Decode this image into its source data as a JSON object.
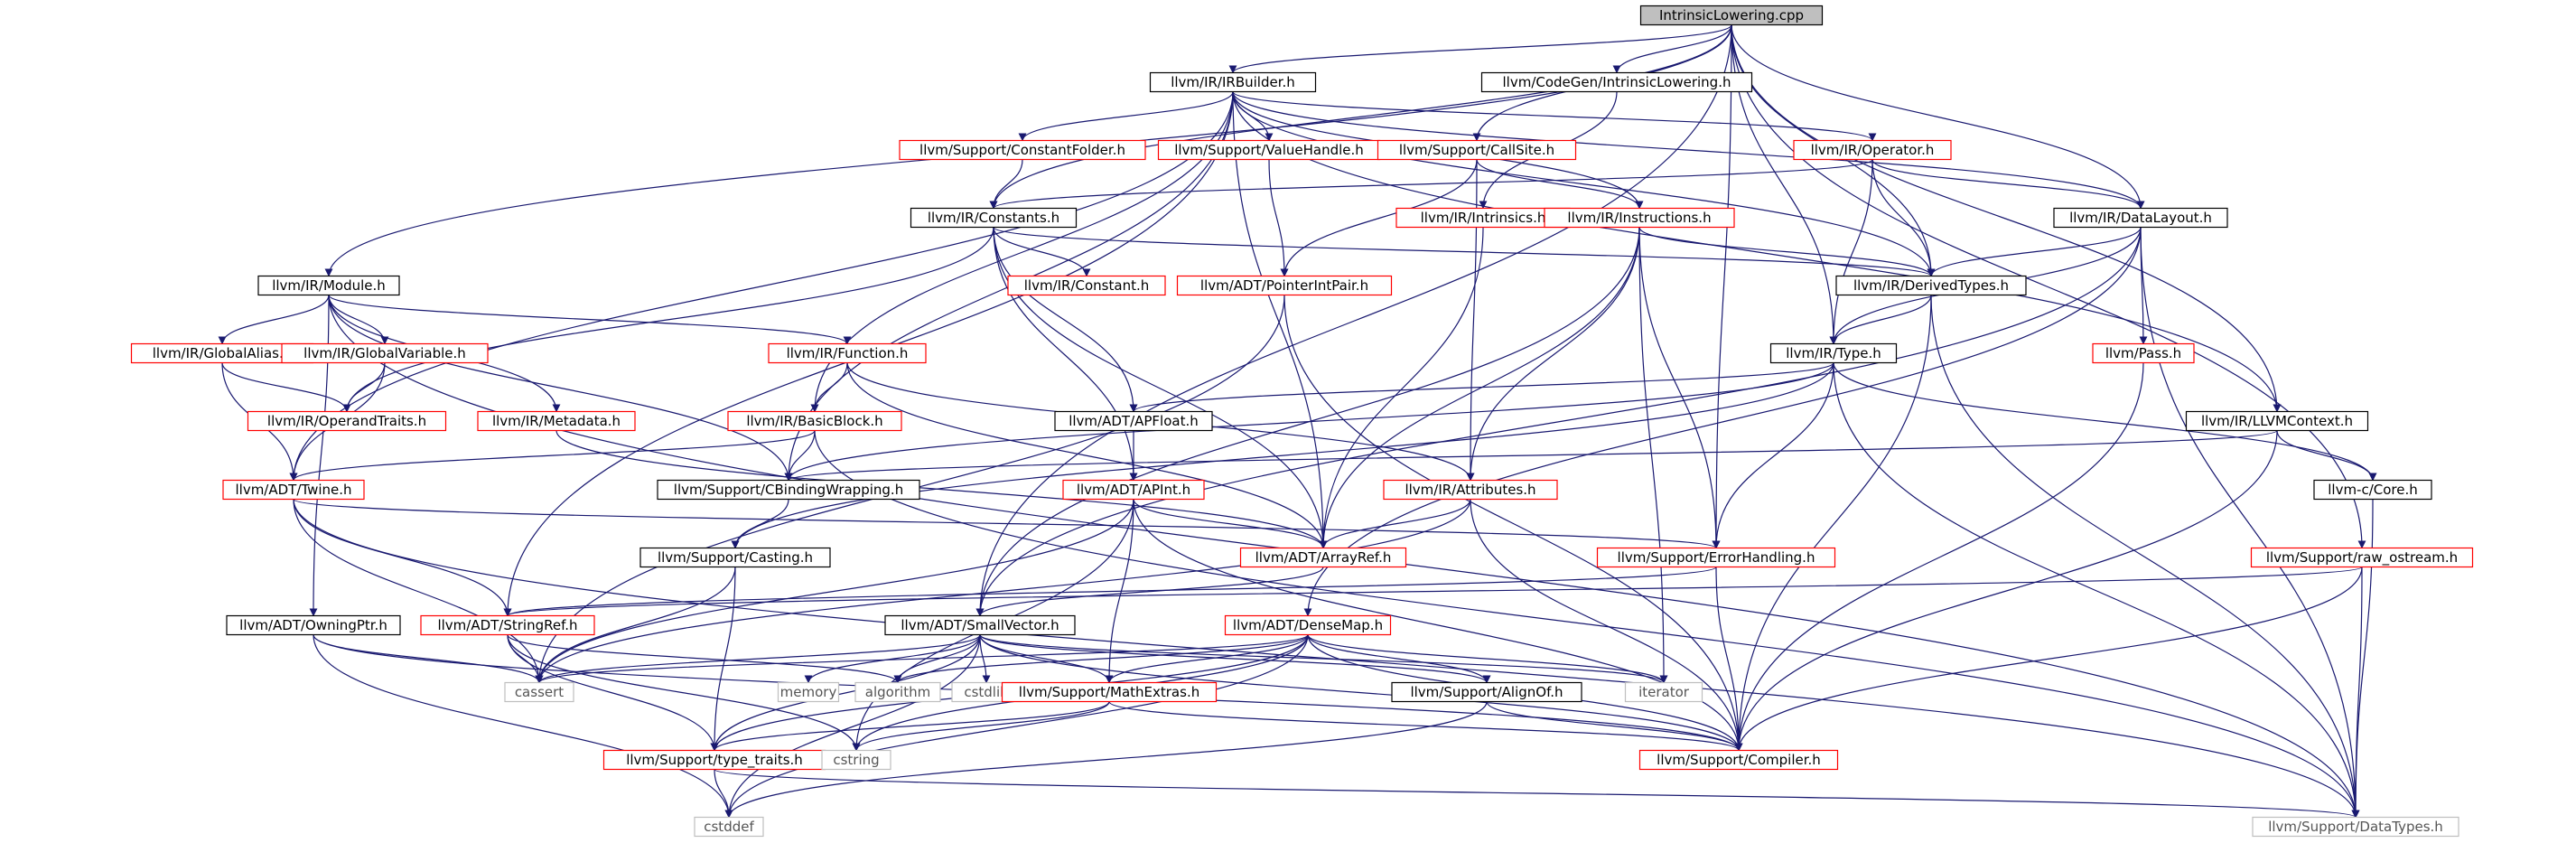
{
  "colors": {
    "root_fill": "#bfbfbf",
    "documented_border": "#000000",
    "undocumented_border": "#ff0000",
    "system_border": "#bfbfbf",
    "system_text": "#555555",
    "edge": "#191970"
  },
  "nodes": [
    {
      "id": "root",
      "label": "IntrinsicLowering.cpp",
      "kind": "root"
    },
    {
      "id": "irbuilder",
      "label": "llvm/IR/IRBuilder.h",
      "kind": "doc"
    },
    {
      "id": "cgil",
      "label": "llvm/CodeGen/IntrinsicLowering.h",
      "kind": "doc"
    },
    {
      "id": "constfolder",
      "label": "llvm/Support/ConstantFolder.h",
      "kind": "undoc"
    },
    {
      "id": "valuehandle",
      "label": "llvm/Support/ValueHandle.h",
      "kind": "undoc"
    },
    {
      "id": "callsite",
      "label": "llvm/Support/CallSite.h",
      "kind": "undoc"
    },
    {
      "id": "operator",
      "label": "llvm/IR/Operator.h",
      "kind": "undoc"
    },
    {
      "id": "constants",
      "label": "llvm/IR/Constants.h",
      "kind": "doc"
    },
    {
      "id": "intrinsics",
      "label": "llvm/IR/Intrinsics.h",
      "kind": "undoc"
    },
    {
      "id": "instructions",
      "label": "llvm/IR/Instructions.h",
      "kind": "undoc"
    },
    {
      "id": "datalayout",
      "label": "llvm/IR/DataLayout.h",
      "kind": "doc"
    },
    {
      "id": "module",
      "label": "llvm/IR/Module.h",
      "kind": "doc"
    },
    {
      "id": "constant",
      "label": "llvm/IR/Constant.h",
      "kind": "undoc"
    },
    {
      "id": "pointerintpair",
      "label": "llvm/ADT/PointerIntPair.h",
      "kind": "undoc"
    },
    {
      "id": "derivedtypes",
      "label": "llvm/IR/DerivedTypes.h",
      "kind": "doc"
    },
    {
      "id": "globalalias",
      "label": "llvm/IR/GlobalAlias.h",
      "kind": "undoc"
    },
    {
      "id": "globalvariable",
      "label": "llvm/IR/GlobalVariable.h",
      "kind": "undoc"
    },
    {
      "id": "function",
      "label": "llvm/IR/Function.h",
      "kind": "undoc"
    },
    {
      "id": "type",
      "label": "llvm/IR/Type.h",
      "kind": "doc"
    },
    {
      "id": "pass",
      "label": "llvm/Pass.h",
      "kind": "undoc"
    },
    {
      "id": "operandtraits",
      "label": "llvm/IR/OperandTraits.h",
      "kind": "undoc"
    },
    {
      "id": "metadata",
      "label": "llvm/IR/Metadata.h",
      "kind": "undoc"
    },
    {
      "id": "basicblock",
      "label": "llvm/IR/BasicBlock.h",
      "kind": "undoc"
    },
    {
      "id": "apfloat",
      "label": "llvm/ADT/APFloat.h",
      "kind": "doc"
    },
    {
      "id": "llvmcontext",
      "label": "llvm/IR/LLVMContext.h",
      "kind": "doc"
    },
    {
      "id": "twine",
      "label": "llvm/ADT/Twine.h",
      "kind": "undoc"
    },
    {
      "id": "cbinding",
      "label": "llvm/Support/CBindingWrapping.h",
      "kind": "doc"
    },
    {
      "id": "apint",
      "label": "llvm/ADT/APInt.h",
      "kind": "undoc"
    },
    {
      "id": "attributes",
      "label": "llvm/IR/Attributes.h",
      "kind": "undoc"
    },
    {
      "id": "ccore",
      "label": "llvm-c/Core.h",
      "kind": "doc"
    },
    {
      "id": "casting",
      "label": "llvm/Support/Casting.h",
      "kind": "doc"
    },
    {
      "id": "arrayref",
      "label": "llvm/ADT/ArrayRef.h",
      "kind": "undoc"
    },
    {
      "id": "errorhandling",
      "label": "llvm/Support/ErrorHandling.h",
      "kind": "undoc"
    },
    {
      "id": "rawostream",
      "label": "llvm/Support/raw_ostream.h",
      "kind": "undoc"
    },
    {
      "id": "owningptr",
      "label": "llvm/ADT/OwningPtr.h",
      "kind": "doc"
    },
    {
      "id": "stringref",
      "label": "llvm/ADT/StringRef.h",
      "kind": "undoc"
    },
    {
      "id": "smallvector",
      "label": "llvm/ADT/SmallVector.h",
      "kind": "doc"
    },
    {
      "id": "densemap",
      "label": "llvm/ADT/DenseMap.h",
      "kind": "undoc"
    },
    {
      "id": "cassert",
      "label": "cassert",
      "kind": "sys"
    },
    {
      "id": "memory",
      "label": "memory",
      "kind": "sys"
    },
    {
      "id": "algorithm",
      "label": "algorithm",
      "kind": "sys"
    },
    {
      "id": "cstdlib",
      "label": "cstdlib",
      "kind": "sys"
    },
    {
      "id": "mathextras",
      "label": "llvm/Support/MathExtras.h",
      "kind": "undoc"
    },
    {
      "id": "alignof",
      "label": "llvm/Support/AlignOf.h",
      "kind": "doc"
    },
    {
      "id": "iterator",
      "label": "iterator",
      "kind": "sys"
    },
    {
      "id": "typetraits",
      "label": "llvm/Support/type_traits.h",
      "kind": "undoc"
    },
    {
      "id": "cstring",
      "label": "cstring",
      "kind": "sys"
    },
    {
      "id": "compiler",
      "label": "llvm/Support/Compiler.h",
      "kind": "undoc"
    },
    {
      "id": "cstddef",
      "label": "cstddef",
      "kind": "sys"
    },
    {
      "id": "datatypes",
      "label": "llvm/Support/DataTypes.h",
      "kind": "sys"
    }
  ],
  "edges": [
    [
      "root",
      "irbuilder"
    ],
    [
      "root",
      "cgil"
    ],
    [
      "root",
      "callsite"
    ],
    [
      "root",
      "constants"
    ],
    [
      "root",
      "datalayout"
    ],
    [
      "root",
      "derivedtypes"
    ],
    [
      "root",
      "type"
    ],
    [
      "root",
      "module"
    ],
    [
      "root",
      "llvmcontext"
    ],
    [
      "root",
      "rawostream"
    ],
    [
      "root",
      "errorhandling"
    ],
    [
      "root",
      "smallvector"
    ],
    [
      "irbuilder",
      "constfolder"
    ],
    [
      "irbuilder",
      "valuehandle"
    ],
    [
      "irbuilder",
      "operator"
    ],
    [
      "irbuilder",
      "instructions"
    ],
    [
      "irbuilder",
      "datalayout"
    ],
    [
      "irbuilder",
      "basicblock"
    ],
    [
      "irbuilder",
      "twine"
    ],
    [
      "irbuilder",
      "cbinding"
    ],
    [
      "irbuilder",
      "arrayref"
    ],
    [
      "irbuilder",
      "stringref"
    ],
    [
      "irbuilder",
      "derivedtypes"
    ],
    [
      "irbuilder",
      "llvmcontext"
    ],
    [
      "cgil",
      "intrinsics"
    ],
    [
      "constfolder",
      "constants"
    ],
    [
      "valuehandle",
      "pointerintpair"
    ],
    [
      "callsite",
      "instructions"
    ],
    [
      "callsite",
      "pointerintpair"
    ],
    [
      "callsite",
      "attributes"
    ],
    [
      "operator",
      "constants"
    ],
    [
      "operator",
      "derivedtypes"
    ],
    [
      "operator",
      "type"
    ],
    [
      "operator",
      "datalayout"
    ],
    [
      "constants",
      "constant"
    ],
    [
      "constants",
      "operandtraits"
    ],
    [
      "constants",
      "apint"
    ],
    [
      "constants",
      "apfloat"
    ],
    [
      "constants",
      "derivedtypes"
    ],
    [
      "constants",
      "arrayref"
    ],
    [
      "intrinsics",
      "arrayref"
    ],
    [
      "instructions",
      "derivedtypes"
    ],
    [
      "instructions",
      "attributes"
    ],
    [
      "instructions",
      "arrayref"
    ],
    [
      "instructions",
      "errorhandling"
    ],
    [
      "instructions",
      "smallvector"
    ],
    [
      "instructions",
      "iterator"
    ],
    [
      "datalayout",
      "derivedtypes"
    ],
    [
      "datalayout",
      "type"
    ],
    [
      "datalayout",
      "pass"
    ],
    [
      "datalayout",
      "densemap"
    ],
    [
      "datalayout",
      "smallvector"
    ],
    [
      "datalayout",
      "datatypes"
    ],
    [
      "module",
      "function"
    ],
    [
      "module",
      "globalalias"
    ],
    [
      "module",
      "globalvariable"
    ],
    [
      "module",
      "metadata"
    ],
    [
      "module",
      "cbinding"
    ],
    [
      "module",
      "owningptr"
    ],
    [
      "module",
      "datatypes"
    ],
    [
      "pointerintpair",
      "cassert"
    ],
    [
      "pointerintpair",
      "compiler"
    ],
    [
      "derivedtypes",
      "type"
    ],
    [
      "derivedtypes",
      "compiler"
    ],
    [
      "derivedtypes",
      "datatypes"
    ],
    [
      "globalalias",
      "operandtraits"
    ],
    [
      "globalalias",
      "twine"
    ],
    [
      "globalvariable",
      "operandtraits"
    ],
    [
      "globalvariable",
      "twine"
    ],
    [
      "function",
      "basicblock"
    ],
    [
      "function",
      "attributes"
    ],
    [
      "function",
      "arrayref"
    ],
    [
      "type",
      "apfloat"
    ],
    [
      "type",
      "cbinding"
    ],
    [
      "type",
      "casting"
    ],
    [
      "type",
      "errorhandling"
    ],
    [
      "type",
      "ccore"
    ],
    [
      "type",
      "datatypes"
    ],
    [
      "pass",
      "compiler"
    ],
    [
      "metadata",
      "arrayref"
    ],
    [
      "basicblock",
      "twine"
    ],
    [
      "basicblock",
      "cbinding"
    ],
    [
      "basicblock",
      "datatypes"
    ],
    [
      "apfloat",
      "apint"
    ],
    [
      "llvmcontext",
      "cbinding"
    ],
    [
      "llvmcontext",
      "ccore"
    ],
    [
      "llvmcontext",
      "compiler"
    ],
    [
      "twine",
      "stringref"
    ],
    [
      "twine",
      "cassert"
    ],
    [
      "twine",
      "errorhandling"
    ],
    [
      "twine",
      "datatypes"
    ],
    [
      "cbinding",
      "casting"
    ],
    [
      "apint",
      "arrayref"
    ],
    [
      "apint",
      "mathextras"
    ],
    [
      "apint",
      "cassert"
    ],
    [
      "apint",
      "cstring"
    ],
    [
      "apint",
      "compiler"
    ],
    [
      "attributes",
      "arrayref"
    ],
    [
      "attributes",
      "cassert"
    ],
    [
      "attributes",
      "compiler"
    ],
    [
      "ccore",
      "datatypes"
    ],
    [
      "casting",
      "typetraits"
    ],
    [
      "casting",
      "cassert"
    ],
    [
      "arrayref",
      "smallvector"
    ],
    [
      "errorhandling",
      "stringref"
    ],
    [
      "errorhandling",
      "compiler"
    ],
    [
      "rawostream",
      "stringref"
    ],
    [
      "rawostream",
      "compiler"
    ],
    [
      "rawostream",
      "datatypes"
    ],
    [
      "owningptr",
      "cassert"
    ],
    [
      "owningptr",
      "cstddef"
    ],
    [
      "owningptr",
      "compiler"
    ],
    [
      "stringref",
      "cassert"
    ],
    [
      "stringref",
      "algorithm"
    ],
    [
      "stringref",
      "cstring"
    ],
    [
      "stringref",
      "typetraits"
    ],
    [
      "smallvector",
      "alignof"
    ],
    [
      "smallvector",
      "mathextras"
    ],
    [
      "smallvector",
      "typetraits"
    ],
    [
      "smallvector",
      "cassert"
    ],
    [
      "smallvector",
      "memory"
    ],
    [
      "smallvector",
      "algorithm"
    ],
    [
      "smallvector",
      "cstdlib"
    ],
    [
      "smallvector",
      "cstddef"
    ],
    [
      "smallvector",
      "iterator"
    ],
    [
      "smallvector",
      "compiler"
    ],
    [
      "densemap",
      "alignof"
    ],
    [
      "densemap",
      "mathextras"
    ],
    [
      "densemap",
      "typetraits"
    ],
    [
      "densemap",
      "compiler"
    ],
    [
      "densemap",
      "cassert"
    ],
    [
      "densemap",
      "algorithm"
    ],
    [
      "densemap",
      "cstring"
    ],
    [
      "densemap",
      "cstddef"
    ],
    [
      "densemap",
      "iterator"
    ],
    [
      "mathextras",
      "typetraits"
    ],
    [
      "mathextras",
      "cstring"
    ],
    [
      "mathextras",
      "compiler"
    ],
    [
      "alignof",
      "compiler"
    ],
    [
      "alignof",
      "cstddef"
    ],
    [
      "typetraits",
      "cstddef"
    ],
    [
      "typetraits",
      "datatypes"
    ]
  ]
}
